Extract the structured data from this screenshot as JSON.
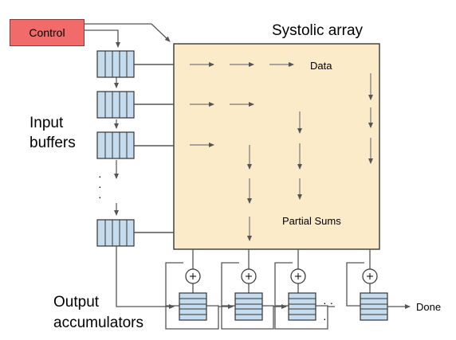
{
  "control": {
    "label": "Control"
  },
  "array": {
    "title": "Systolic array",
    "data_label": "Data",
    "sums_label": "Partial Sums"
  },
  "input": {
    "label_line1": "Input",
    "label_line2": "buffers",
    "ellipsis": "·\n·\n·"
  },
  "output": {
    "label_line1": "Output",
    "label_line2": "accumulators",
    "ellipsis_h": "· ·",
    "ellipsis_v": "·",
    "done_label": "Done"
  },
  "colors": {
    "array_fill": "#fcebc9",
    "control_fill": "#f26b6b",
    "buffer_fill": "#c5dcee",
    "line": "#555555"
  },
  "icons": {
    "adder": "plus-circle-icon",
    "buffer": "buffer-queue-icon",
    "arrow": "arrow-icon"
  }
}
